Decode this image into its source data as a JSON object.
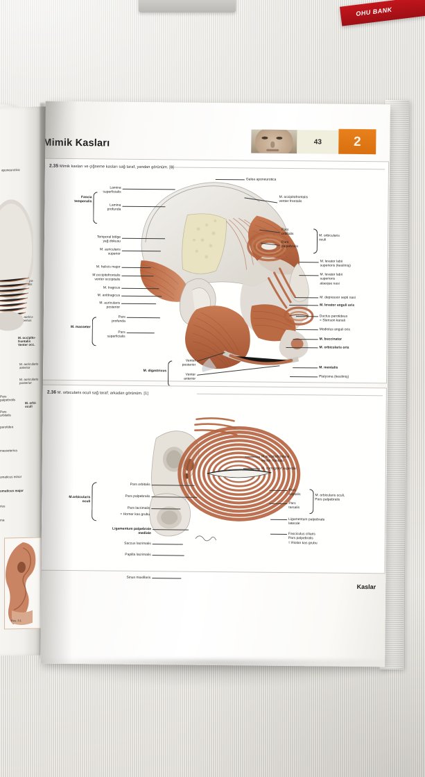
{
  "photo": {
    "scene": "open anatomy textbook on a white textured bedspread",
    "background_objects": [
      "bg-device",
      "bg-red-card",
      "bg-cup"
    ],
    "red_card_text": "OHU BANK"
  },
  "book": {
    "page_number": "43",
    "chapter_tab": "2",
    "page_title": "Mimik Kasları",
    "footer_label": "Kaslar"
  },
  "figures": [
    {
      "id": "2.35",
      "number": "2.35",
      "caption": "Mimik kasları ve çiğneme kasları sağ taraf, yandan görünüm. [8]",
      "left_labels": [
        {
          "text": "Fascia\ntemporalis",
          "bold": true
        },
        {
          "text": "Lamina\nsuperficialis",
          "bold": false
        },
        {
          "text": "Lamina\nprofunda",
          "bold": false
        },
        {
          "text": "Temporal bölge\nyağ dokusu",
          "bold": false
        },
        {
          "text": "M. auricularis\nsuperior",
          "bold": false
        },
        {
          "text": "M. helicis major",
          "bold": false
        },
        {
          "text": "M.occipitofrontalis\nventer occipitalis",
          "bold": false
        },
        {
          "text": "M. tragicus",
          "bold": false
        },
        {
          "text": "M. antitragicus",
          "bold": false
        },
        {
          "text": "M. auricularis\nposterior",
          "bold": false
        },
        {
          "text": "M. masseter",
          "bold": true
        },
        {
          "text": "Pars\nprofunda",
          "bold": false
        },
        {
          "text": "Pars\nsuperficialis",
          "bold": false
        },
        {
          "text": "M. digastricus",
          "bold": true
        },
        {
          "text": "Venter\nposterior",
          "bold": false
        },
        {
          "text": "Venter\nanterior",
          "bold": false
        }
      ],
      "right_labels": [
        {
          "text": "Galea aponeurotica",
          "bold": false
        },
        {
          "text": "M. occipitofrontalis\nventer frontalis",
          "bold": false
        },
        {
          "text": "Pars\norbitalis",
          "bold": false
        },
        {
          "text": "Pars\npalpebralis",
          "bold": false
        },
        {
          "text": "M. orbicularis\noculi",
          "bold": false
        },
        {
          "text": "M. levator labii\nsuperioris (kesilmiş)",
          "bold": false
        },
        {
          "text": "M. levator labii\nsuperioris\nalaeque nasi",
          "bold": false
        },
        {
          "text": "M. depressor septi nasi",
          "bold": false
        },
        {
          "text": "M. levator anguli oris",
          "bold": true
        },
        {
          "text": "Ductus parotideus\n= Stenson kanalı",
          "bold": false
        },
        {
          "text": "Modiolus anguli oris",
          "bold": false
        },
        {
          "text": "M. buccinator",
          "bold": true
        },
        {
          "text": "M. orbicularis oris",
          "bold": true
        },
        {
          "text": "M. mentalis",
          "bold": true
        },
        {
          "text": "Platysma (kesilmiş)",
          "bold": false
        }
      ]
    },
    {
      "id": "2.36",
      "number": "2.36",
      "caption": "M. orbicularis oculi sağ taraf; arkadan görünüm. [1]",
      "left_labels": [
        {
          "text": "M.orbicularis\noculi",
          "bold": true
        },
        {
          "text": "Pars orbitalis",
          "bold": false
        },
        {
          "text": "Pars palpebralis",
          "bold": false
        },
        {
          "text": "Pars lacrimalis",
          "bold": false
        },
        {
          "text": "= Horner kas grubu",
          "bold": false
        },
        {
          "text": "Ligamentum palpebrale\nmediale",
          "bold": true
        },
        {
          "text": "Saccus lacrimalis",
          "bold": false
        },
        {
          "text": "Papilla lacrimalis",
          "bold": false
        },
        {
          "text": "Sinus maxillaris",
          "bold": false
        }
      ],
      "right_labels": [
        {
          "text": "M.occipitofrontalis\nventer frontalis",
          "bold": false
        },
        {
          "text": "M. corrugator supercilii",
          "bold": false
        },
        {
          "text": "Pars\nseptalis",
          "bold": false
        },
        {
          "text": "Pars\ntarsalis",
          "bold": false
        },
        {
          "text": "M. orbicularis oculi,\nPars palpebralis",
          "bold": false
        },
        {
          "text": "Ligamentum palpebrale\nlaterale",
          "bold": false
        },
        {
          "text": "Fasciculus ciliaris\nPars palpebralis\n= Riolan kas grubu",
          "bold": false
        }
      ]
    }
  ],
  "left_page": {
    "labels": [
      "aponeurotica",
      "M. tempo-\nparietalis",
      "M. auricu-\nsuperius",
      "M. occipito-\nfrontalis\nVenter occ.",
      "M. auricularis\nanterior",
      "M. auricularis\nposterior",
      "Pars\npalpebralis",
      "Pars\norbitalis",
      "parotidea",
      "masseterica",
      "omaticus minor",
      "omaticus major",
      "rius",
      "ma",
      "M. orbi-\noculi"
    ],
    "thumb_caption": "Res. 3.1"
  },
  "colors": {
    "chapter_tab": "#d9700f",
    "page_number_bg": "#f0eedc",
    "muscle": "#b5633f",
    "muscle_light": "#cf8b63",
    "bone": "#e3ded6",
    "fat": "#e9e3c2",
    "page": "#ffffff",
    "leader": "#3a3a3a"
  }
}
